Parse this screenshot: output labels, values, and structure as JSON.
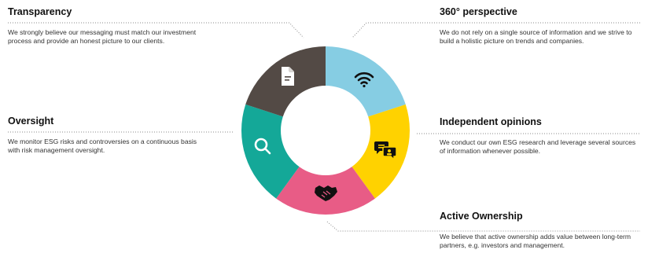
{
  "sections": {
    "transparency": {
      "title": "Transparency",
      "description": "We strongly believe our messaging must match our investment process and provide an honest picture to our clients."
    },
    "perspective": {
      "title": "360° perspective",
      "description": "We do not rely on a single source of information and we strive to build a holistic picture on trends and companies."
    },
    "oversight": {
      "title": "Oversight",
      "description": "We monitor ESG risks and controversies on a continuous basis with risk management oversight."
    },
    "independent": {
      "title": "Independent opinions",
      "description": "We conduct our own ESG research and leverage several sources of information whenever possible."
    },
    "ownership": {
      "title": "Active Ownership",
      "description": "We believe that active ownership adds value between long-term partners, e.g. investors and management."
    }
  },
  "ring": {
    "segments": [
      {
        "key": "perspective",
        "color": "#86cde3",
        "icon": "wifi-icon"
      },
      {
        "key": "independent",
        "color": "#ffd200",
        "icon": "chat-bubbles-icon"
      },
      {
        "key": "ownership",
        "color": "#e85c86",
        "icon": "handshake-icon"
      },
      {
        "key": "oversight",
        "color": "#14a898",
        "icon": "magnifier-icon"
      },
      {
        "key": "transparency",
        "color": "#534a45",
        "icon": "document-icon"
      }
    ]
  }
}
